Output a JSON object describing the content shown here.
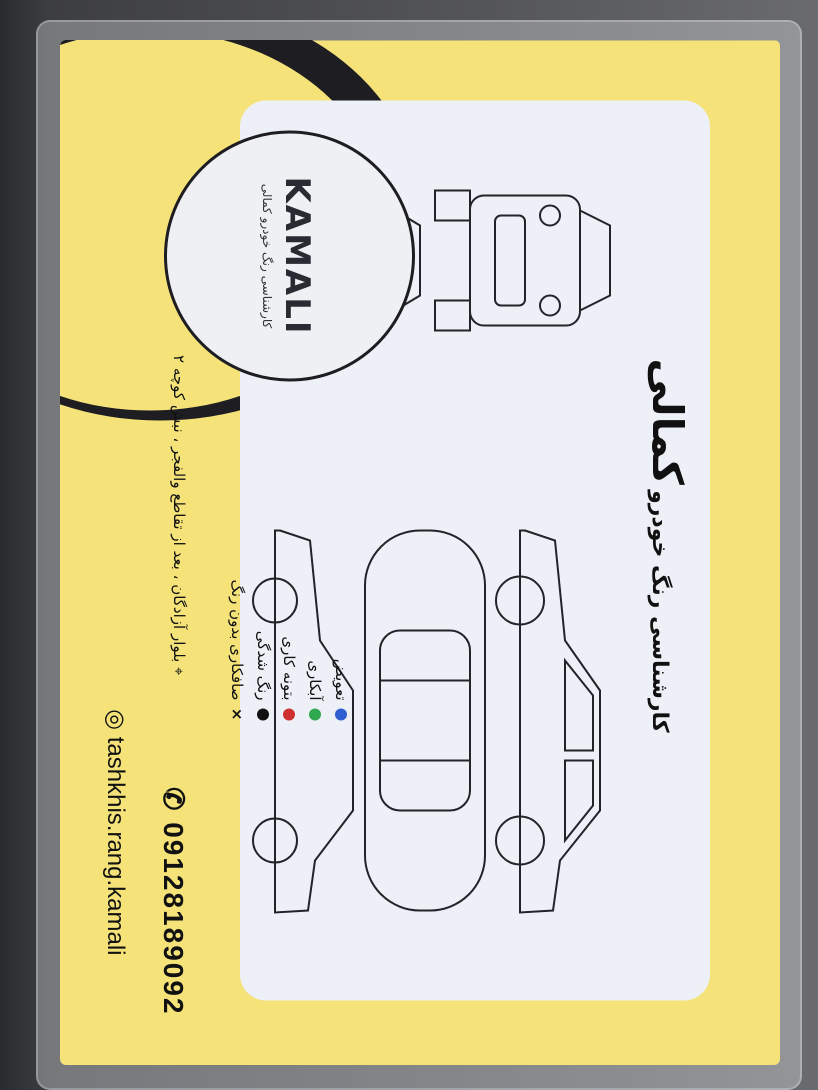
{
  "header": {
    "brand": "کمالی",
    "subtitle": "کارشناسی رنگ خودرو"
  },
  "logo": {
    "wordmark": "KAMALI",
    "tagline": "کارشناسی رنگ خودرو کمالی"
  },
  "legend": {
    "items": [
      {
        "label": "تعویض",
        "color": "#2f5fd0"
      },
      {
        "label": "آبکاری",
        "color": "#2fa84f"
      },
      {
        "label": "بتونه کاری",
        "color": "#d02f2f"
      },
      {
        "label": "رنگ شدگی",
        "color": "#111111"
      },
      {
        "label": "صافکاری بدون رنگ",
        "color": "x"
      }
    ]
  },
  "contact": {
    "phone": "09128189092",
    "address": "بلوار آزادگان ، بعد از تقاطع والفجر ، نبش کوچه ۲",
    "instagram": "tashkhis.rang.kamali"
  },
  "colors": {
    "card_yellow": "#f5e37a",
    "panel": "#eef0f7",
    "dark": "#1d1d22"
  }
}
